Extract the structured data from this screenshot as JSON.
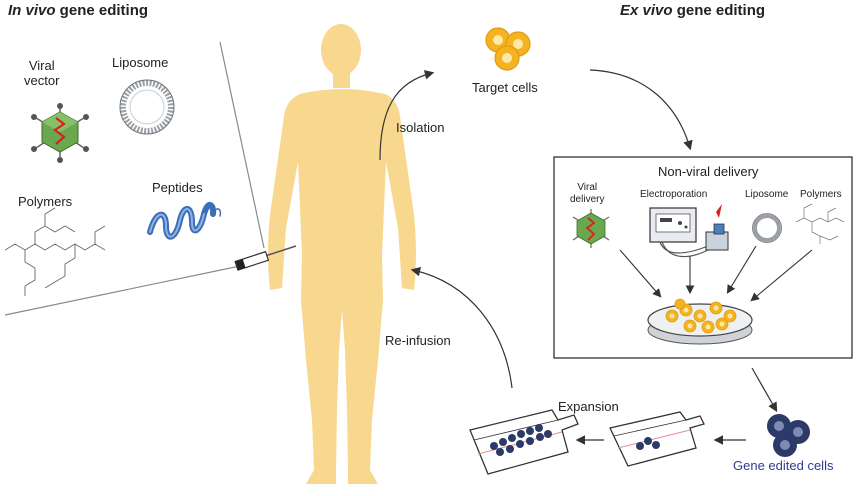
{
  "headers": {
    "in_vivo_italic": "In vivo",
    "in_vivo_rest": " gene editing",
    "ex_vivo_italic": "Ex vivo",
    "ex_vivo_rest": " gene editing"
  },
  "in_vivo_vehicles": {
    "viral_vector_line1": "Viral",
    "viral_vector_line2": "vector",
    "liposome": "Liposome",
    "polymers": "Polymers",
    "peptides": "Peptides"
  },
  "process": {
    "target_cells": "Target cells",
    "isolation": "Isolation",
    "re_infusion": "Re-infusion",
    "expansion": "Expansion",
    "gene_edited_cells": "Gene edited cells"
  },
  "non_viral_box": {
    "title": "Non-viral delivery",
    "viral_delivery_line1": "Viral",
    "viral_delivery_line2": "delivery",
    "electroporation": "Electroporation",
    "liposome": "Liposome",
    "polymers": "Polymers"
  },
  "colors": {
    "body": "#f8d88f",
    "virus_green": "#6aa84f",
    "helix_blue": "#3d6fb6",
    "cell_yellow": "#f5b322",
    "cell_navy": "#2b3a67",
    "gene_edited_text": "#2e3d8f"
  }
}
